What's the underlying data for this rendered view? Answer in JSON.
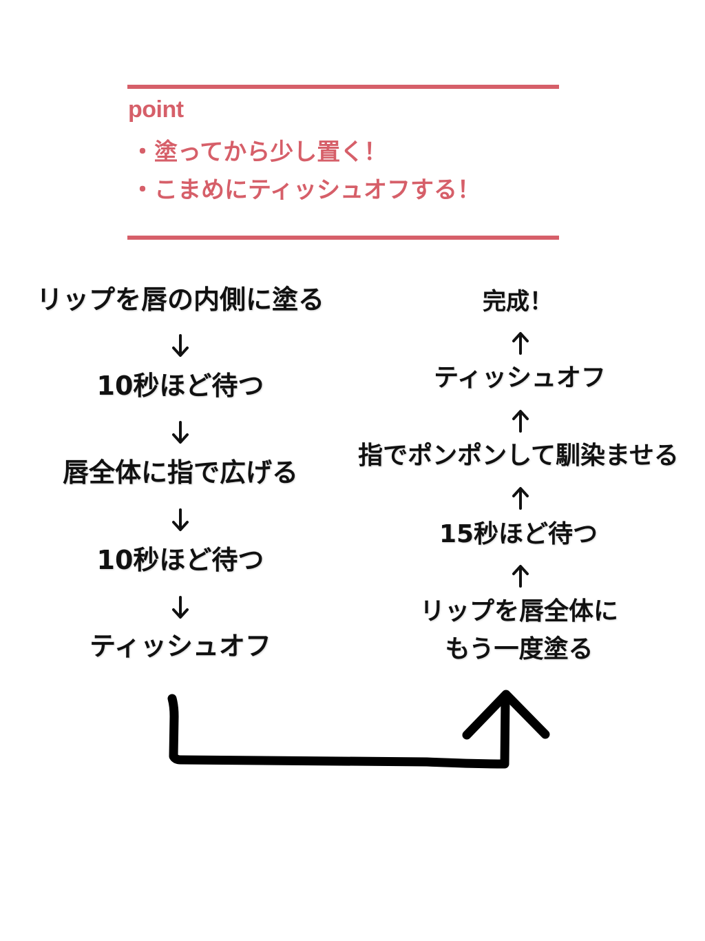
{
  "point_box": {
    "title": "point",
    "items": [
      "・塗ってから少し置く！",
      "・こまめにティッシュオフする！"
    ],
    "accent_color": "#d65f69"
  },
  "left_column": {
    "steps": [
      "リップを唇の内側に塗る",
      "10秒ほど待つ",
      "唇全体に指で広げる",
      "10秒ほど待つ",
      "ティッシュオフ"
    ],
    "arrow_direction": "down"
  },
  "right_column": {
    "steps": [
      "完成！",
      "ティッシュオフ",
      "指でポンポンして馴染ませる",
      "15秒ほど待つ",
      "リップを唇全体に",
      "もう一度塗る"
    ],
    "arrow_direction": "up"
  },
  "connector": {
    "description": "hand-drawn arrow from left column bottom to right column bottom, pointing up",
    "color": "#000000"
  }
}
